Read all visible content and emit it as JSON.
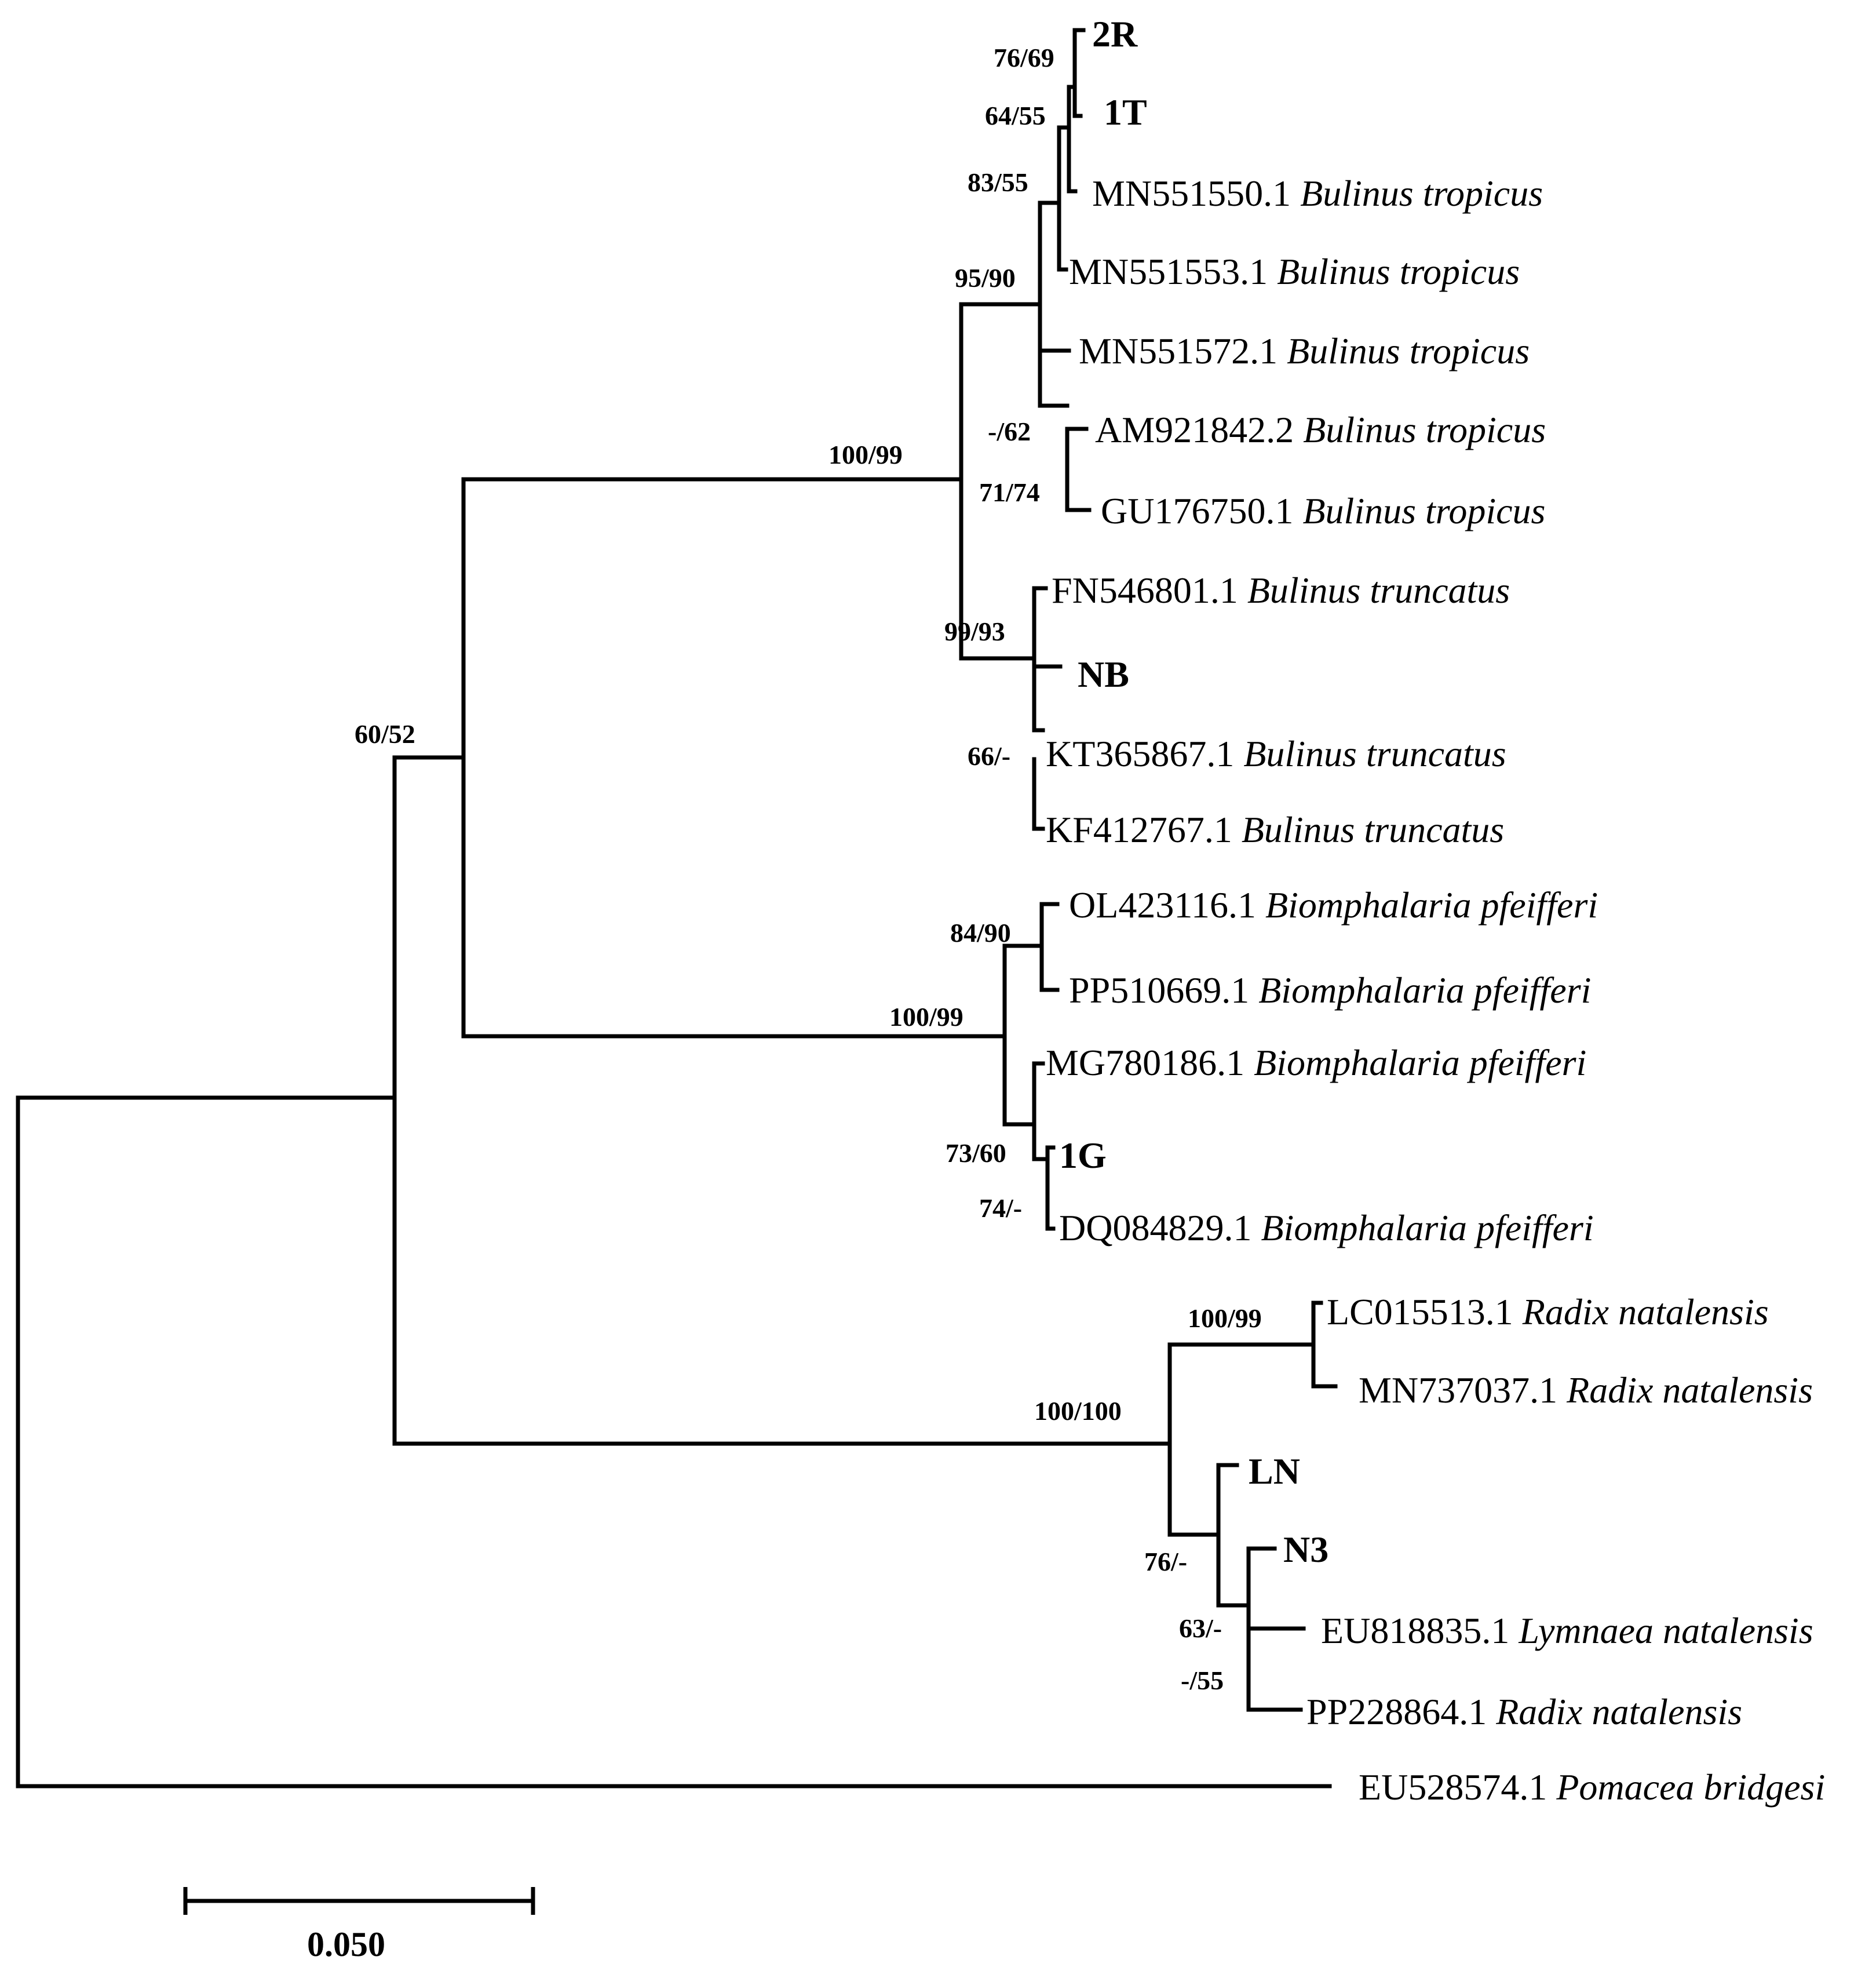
{
  "figure": {
    "type": "phylogenetic-tree",
    "scale_bar": {
      "value": 0.05,
      "label": "0.050"
    }
  },
  "taxa": [
    {
      "id": "t2R",
      "accession": "2R",
      "species": "",
      "sample": true
    },
    {
      "id": "t1T",
      "accession": "1T",
      "species": "",
      "sample": true
    },
    {
      "id": "tMN551550",
      "accession": "MN551550.1",
      "species": "Bulinus tropicus",
      "sample": false
    },
    {
      "id": "tMN551553",
      "accession": "MN551553.1",
      "species": "Bulinus tropicus",
      "sample": false
    },
    {
      "id": "tMN551572",
      "accession": "MN551572.1",
      "species": "Bulinus tropicus",
      "sample": false
    },
    {
      "id": "tAM921842",
      "accession": "AM921842.2",
      "species": "Bulinus tropicus",
      "sample": false
    },
    {
      "id": "tGU176750",
      "accession": "GU176750.1",
      "species": "Bulinus tropicus",
      "sample": false
    },
    {
      "id": "tFN546801",
      "accession": "FN546801.1",
      "species": "Bulinus truncatus",
      "sample": false
    },
    {
      "id": "tNB",
      "accession": "NB",
      "species": "",
      "sample": true
    },
    {
      "id": "tKT365867",
      "accession": "KT365867.1",
      "species": "Bulinus truncatus",
      "sample": false
    },
    {
      "id": "tKF412767",
      "accession": "KF412767.1",
      "species": "Bulinus truncatus",
      "sample": false
    },
    {
      "id": "tOL423116",
      "accession": "OL423116.1",
      "species": "Biomphalaria pfeifferi",
      "sample": false
    },
    {
      "id": "tPP510669",
      "accession": "PP510669.1",
      "species": "Biomphalaria pfeifferi",
      "sample": false
    },
    {
      "id": "tMG780186",
      "accession": "MG780186.1",
      "species": "Biomphalaria pfeifferi",
      "sample": false
    },
    {
      "id": "t1G",
      "accession": "1G",
      "species": "",
      "sample": true
    },
    {
      "id": "tDQ084829",
      "accession": "DQ084829.1",
      "species": "Biomphalaria pfeifferi",
      "sample": false
    },
    {
      "id": "tLC015513",
      "accession": "LC015513.1",
      "species": "Radix natalensis",
      "sample": false
    },
    {
      "id": "tMN737037",
      "accession": "MN737037.1",
      "species": "Radix natalensis",
      "sample": false
    },
    {
      "id": "tLN",
      "accession": "LN",
      "species": "",
      "sample": true
    },
    {
      "id": "tN3",
      "accession": "N3",
      "species": "",
      "sample": true
    },
    {
      "id": "tEU818835",
      "accession": "EU818835.1",
      "species": "Lymnaea natalensis",
      "sample": false
    },
    {
      "id": "tPP228864",
      "accession": "PP228864.1",
      "species": "Radix natalensis",
      "sample": false
    },
    {
      "id": "tEU528574",
      "accession": "EU528574.1",
      "species": "Pomacea bridgesi",
      "sample": false
    }
  ],
  "support_values": [
    {
      "node": "n_2R_1T",
      "label": "76/69"
    },
    {
      "node": "n_1T_group",
      "label": "64/55"
    },
    {
      "node": "n_tropicus_core",
      "label": "83/55"
    },
    {
      "node": "n_tropicus_clade",
      "label": "95/90"
    },
    {
      "node": "n_tropicus_ins",
      "label": "-/62"
    },
    {
      "node": "n_AM_GU",
      "label": "71/74"
    },
    {
      "node": "n_bulinus",
      "label": "100/99"
    },
    {
      "node": "n_truncatus",
      "label": "99/93"
    },
    {
      "node": "n_truncatus_sub",
      "label": "66/-"
    },
    {
      "node": "n_planorbid",
      "label": "60/52"
    },
    {
      "node": "n_OL_PP",
      "label": "84/90"
    },
    {
      "node": "n_biomphalaria",
      "label": "100/99"
    },
    {
      "node": "n_MG_group",
      "label": "73/60"
    },
    {
      "node": "n_1G_DQ",
      "label": "74/-"
    },
    {
      "node": "n_radix_outer",
      "label": "100/99"
    },
    {
      "node": "n_radix",
      "label": "100/100"
    },
    {
      "node": "n_LN_group",
      "label": "76/-"
    },
    {
      "node": "n_N3_group",
      "label": "63/-"
    },
    {
      "node": "n_EU_PP",
      "label": "-/55"
    }
  ]
}
